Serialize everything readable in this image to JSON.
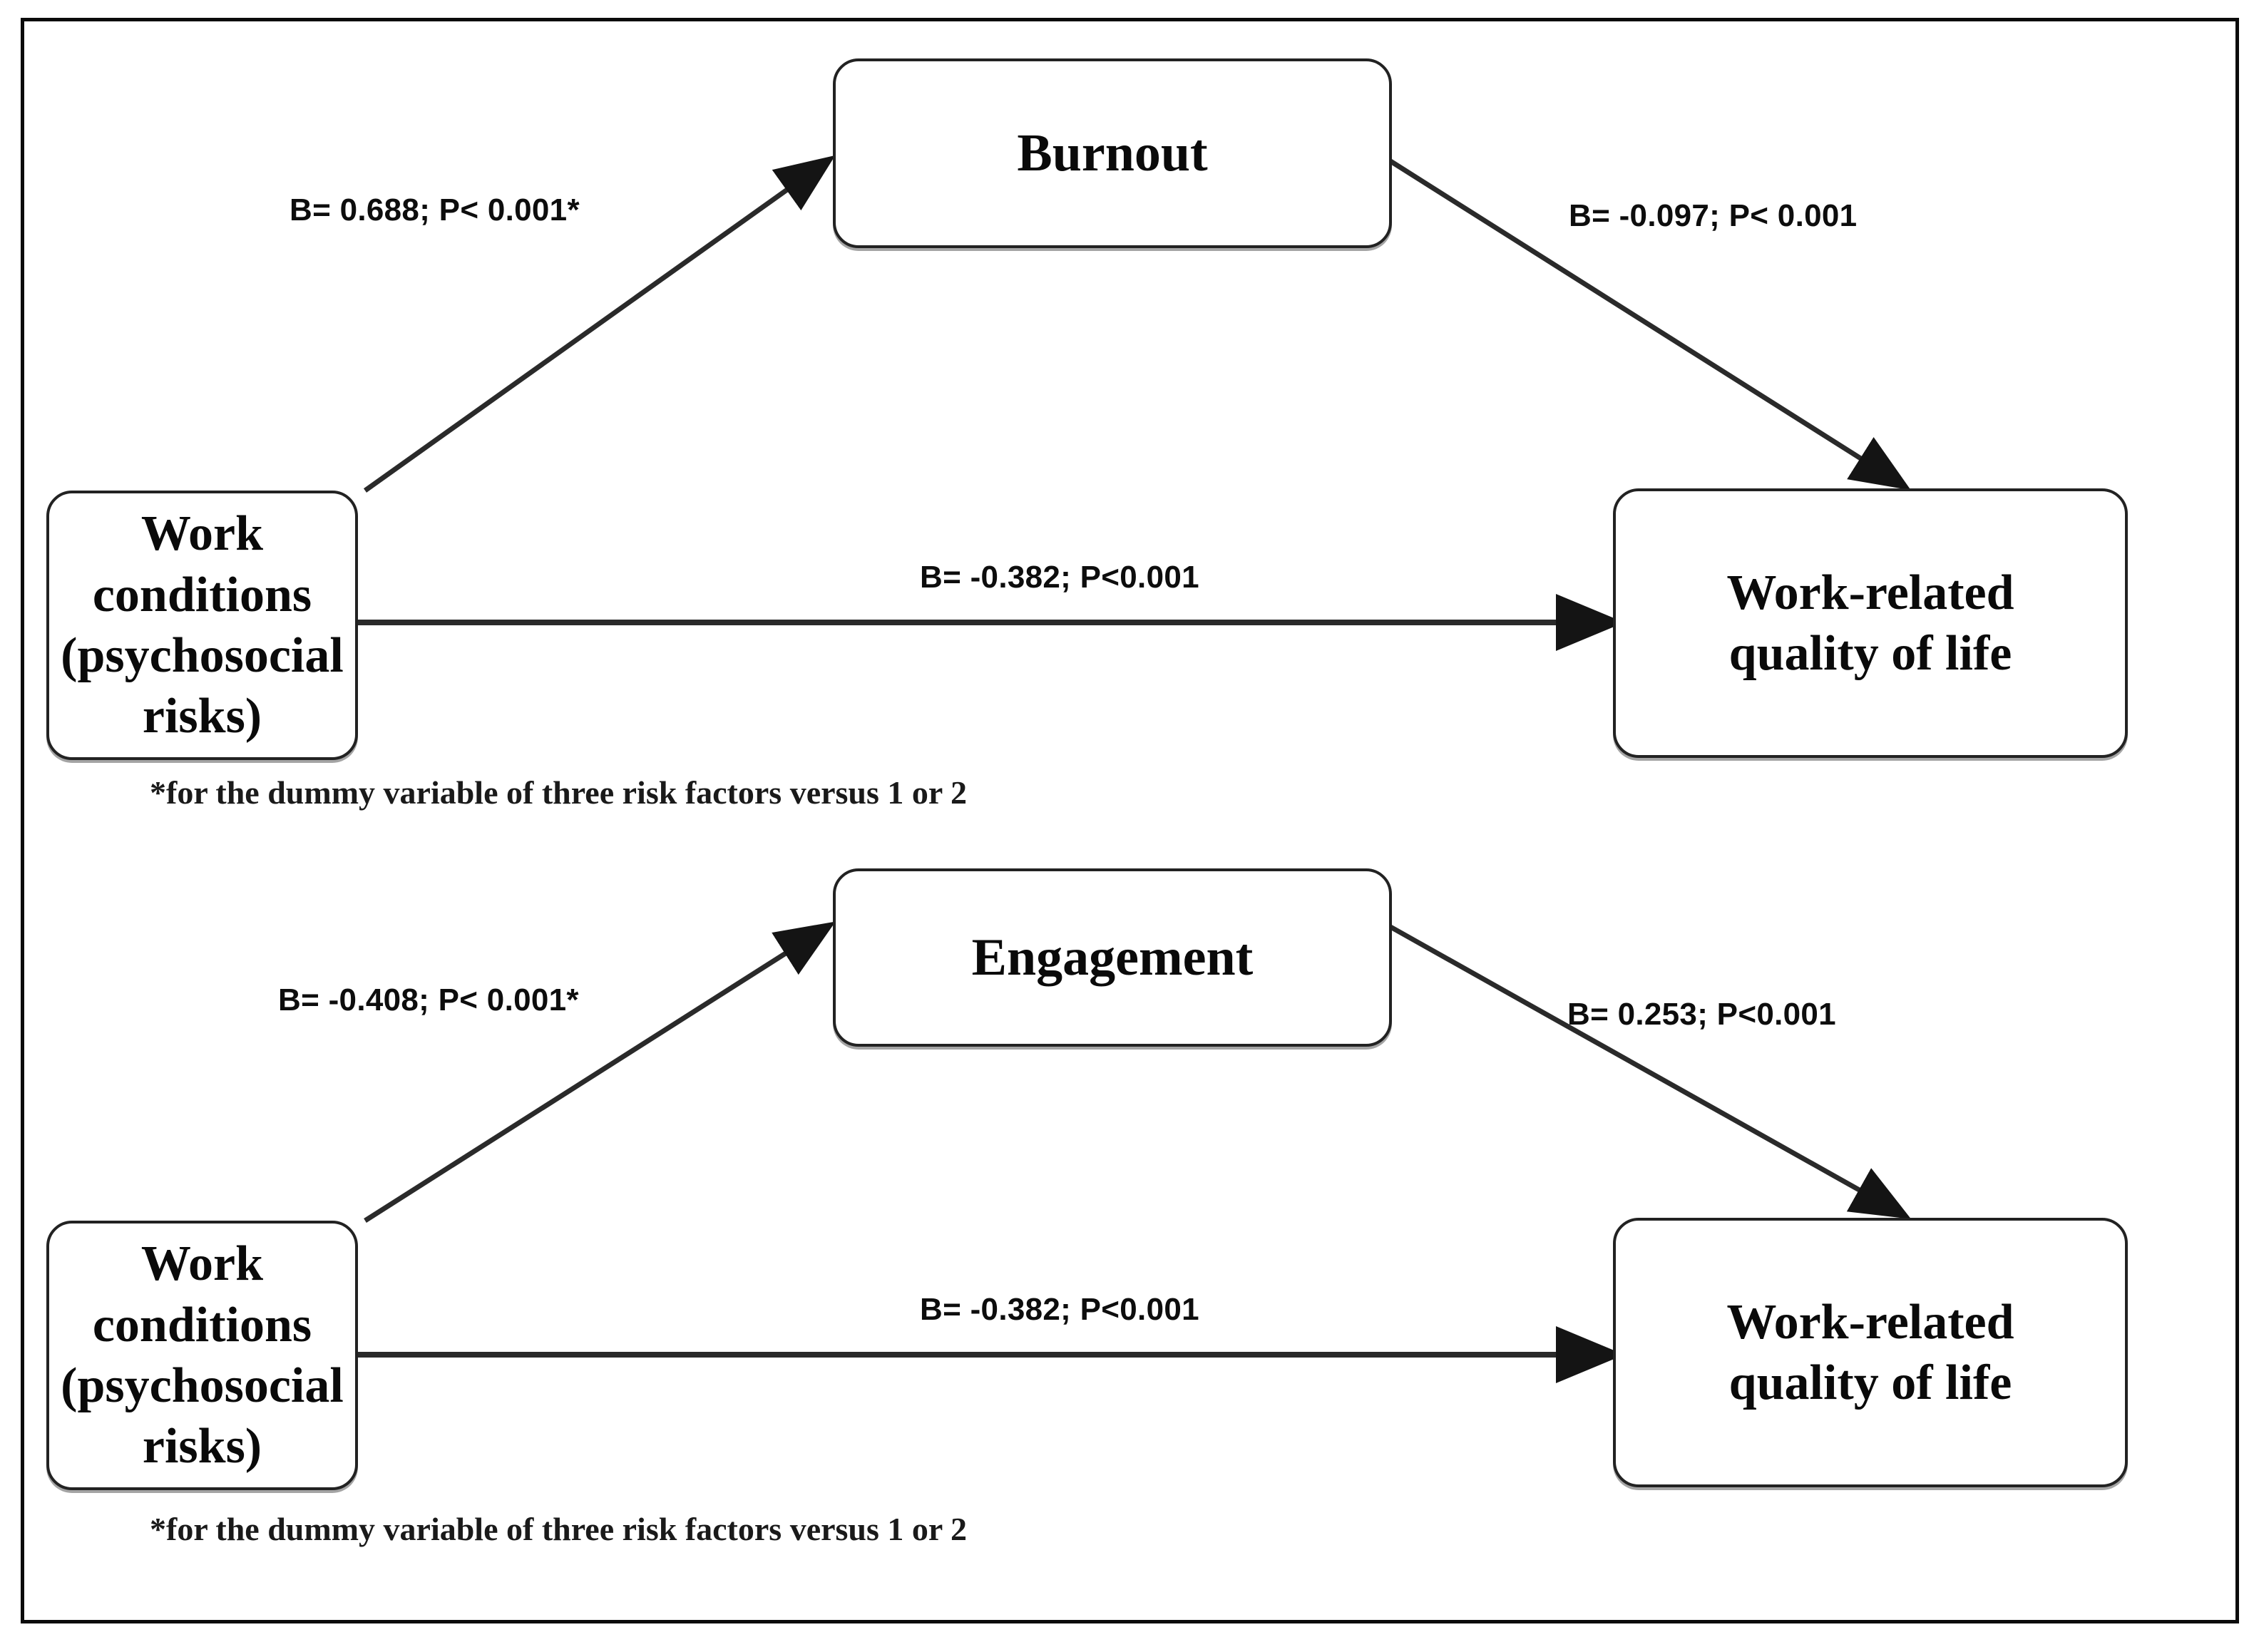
{
  "figure": {
    "title": "Mediation model of work conditions on work-related quality of life",
    "border_color": "#0b0b0b",
    "box_border_color": "#222222",
    "background": "#ffffff"
  },
  "panels": [
    {
      "id": "panel-burnout",
      "nodes": {
        "predictor": {
          "label": "Work conditions\n(psychosocial\nrisks)"
        },
        "mediator": {
          "label": "Burnout"
        },
        "outcome": {
          "label": "Work-related\nquality of life"
        }
      },
      "edges": [
        {
          "id": "predictor-to-mediator",
          "label": "B= 0.688; P< 0.001*"
        },
        {
          "id": "mediator-to-outcome",
          "label": "B= -0.097; P< 0.001"
        },
        {
          "id": "predictor-to-outcome",
          "label": "B= -0.382; P<0.001"
        }
      ],
      "footnote": "*for the dummy variable of three risk factors versus 1 or 2"
    },
    {
      "id": "panel-engagement",
      "nodes": {
        "predictor": {
          "label": "Work conditions\n(psychosocial\nrisks)"
        },
        "mediator": {
          "label": "Engagement"
        },
        "outcome": {
          "label": "Work-related\nquality of life"
        }
      },
      "edges": [
        {
          "id": "predictor-to-mediator",
          "label": "B= -0.408; P< 0.001*"
        },
        {
          "id": "mediator-to-outcome",
          "label": "B= 0.253; P<0.001"
        },
        {
          "id": "predictor-to-outcome",
          "label": "B= -0.382; P<0.001"
        }
      ],
      "footnote": "*for the dummy variable of three risk factors versus 1 or 2"
    }
  ]
}
